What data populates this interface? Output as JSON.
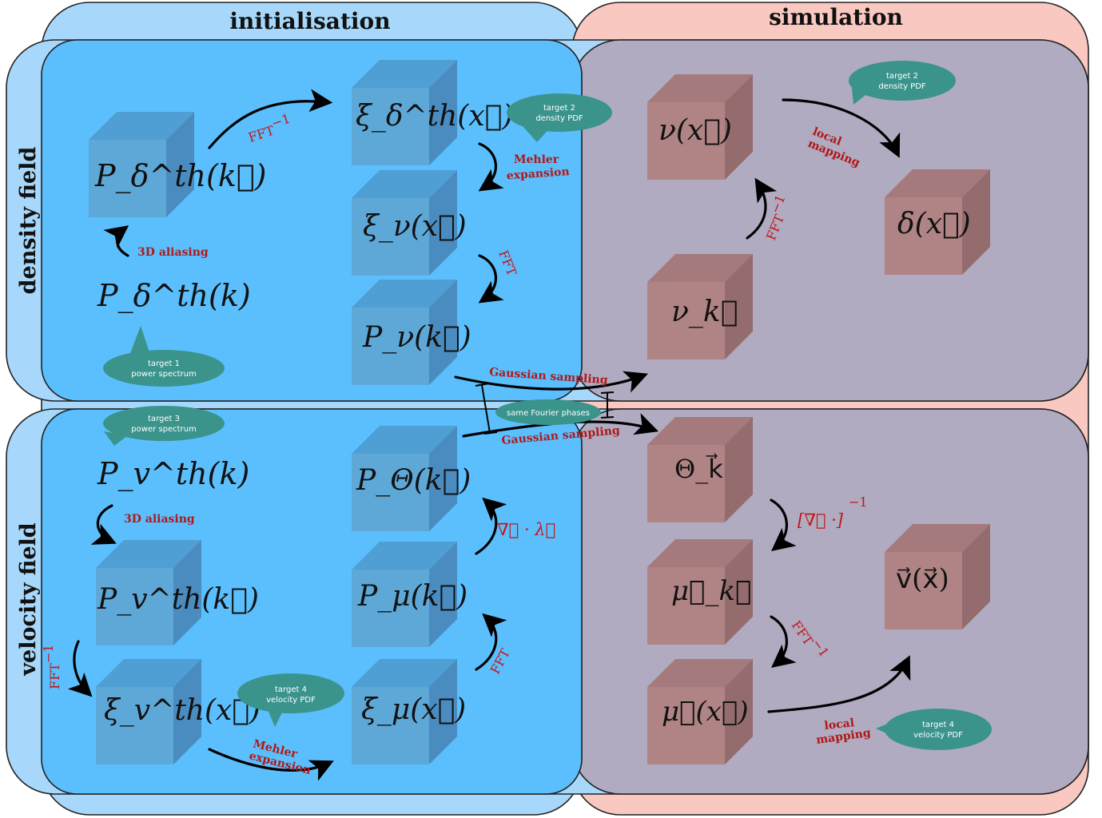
{
  "columns": {
    "initialisation": "initialisation",
    "simulation": "simulation"
  },
  "rows": {
    "density": "density field",
    "velocity": "velocity field"
  },
  "colors": {
    "panel_light_blue": "#a7d8fb",
    "panel_blue": "#5bbffd",
    "panel_pink": "#f9c8c0",
    "panel_mauve": "#b0abc0",
    "cube_blue": "#5ea8d8",
    "cube_brown": "#b08484",
    "bubble_teal": "#3a948c",
    "label_red": "#b01818"
  },
  "cubes": {
    "p_delta_th_k": "P_δ^th(k⃗)",
    "xi_delta_th_x": "ξ_δ^th(x⃗)",
    "xi_nu_x": "ξ_ν(x⃗)",
    "p_nu_k": "P_ν(k⃗)",
    "nu_x": "ν(x⃗)",
    "delta_x": "δ(x⃗)",
    "nu_k": "ν_k⃗",
    "p_theta_k": "P_Θ(k⃗)",
    "p_mu_k": "P_μ(k⃗)",
    "xi_mu_x": "ξ_μ(x⃗)",
    "p_v_th_k": "P_v^th(k⃗)",
    "xi_v_th_x": "ξ_v^th(x⃗)",
    "theta_k": "Θ_k⃗",
    "mu_k": "μ⃗_k⃗",
    "mu_x": "μ⃗(x⃗)",
    "v_x": "v⃗(x⃗)"
  },
  "free_terms": {
    "p_delta_th_1d": "P_δ^th(k)",
    "p_v_th_1d": "P_v^th(k)"
  },
  "labels": {
    "fft_inv": "FFT",
    "fft_inv_sup": "−1",
    "fft": "FFT",
    "aliasing_3d": "3D aliasing",
    "mehler_1": "Mehler",
    "mehler_2": "expansion",
    "local_1": "local",
    "local_2": "mapping",
    "gaussian_sampling": "Gaussian sampling",
    "nabla_lambda": "∇⃗ · λ⃗",
    "inverse_div": "[∇⃗ ·]",
    "inverse_div_sup": "−1"
  },
  "bubbles": {
    "target1": {
      "line1": "target 1",
      "line2": "power spectrum"
    },
    "target2": {
      "line1": "target 2",
      "line2": "density PDF"
    },
    "target3": {
      "line1": "target 3",
      "line2": "power spectrum"
    },
    "target4": {
      "line1": "target 4",
      "line2": "velocity PDF"
    },
    "same_phases": "same Fourier phases"
  }
}
